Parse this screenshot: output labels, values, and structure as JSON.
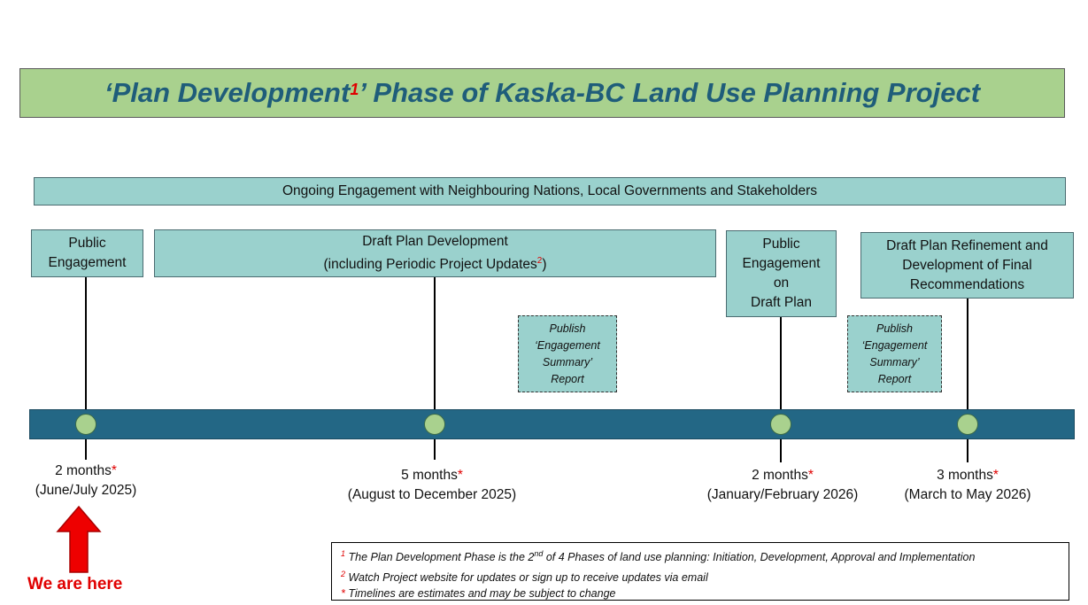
{
  "title": {
    "before": "‘Plan Development",
    "sup": "1",
    "after": "’ Phase of Kaska-BC Land Use Planning Project"
  },
  "ongoing": "Ongoing Engagement with Neighbouring Nations, Local Governments and Stakeholders",
  "phases": {
    "public_engagement": [
      "Public",
      "Engagement"
    ],
    "draft_plan_dev": {
      "line1": "Draft Plan Development",
      "line2_before": "(including Periodic Project Updates",
      "line2_sup": "2",
      "line2_after": ")"
    },
    "public_engagement_draft": [
      "Public",
      "Engagement",
      "on",
      "Draft Plan"
    ],
    "refinement": [
      "Draft Plan Refinement and",
      "Development of Final",
      "Recommendations"
    ]
  },
  "publish_boxes": [
    [
      "Publish",
      "‘Engagement",
      "Summary’",
      "Report"
    ],
    [
      "Publish",
      "‘Engagement",
      "Summary’",
      "Report"
    ]
  ],
  "durations": [
    {
      "months": "2 months",
      "star": "*",
      "range": "(June/July 2025)"
    },
    {
      "months": "5 months",
      "star": "*",
      "range": "(August to December 2025)"
    },
    {
      "months": "2 months",
      "star": "*",
      "range": "(January/February 2026)"
    },
    {
      "months": "3 months",
      "star": "*",
      "range": "(March to May 2026)"
    }
  ],
  "here_label": "We are here",
  "footnotes": {
    "n1_mark": "1",
    "n1_text_a": " The Plan Development Phase is the 2",
    "n1_sup": "nd",
    "n1_text_b": " of 4 Phases of land use planning: Initiation, Development, Approval and Implementation",
    "n2_mark": "2",
    "n2_text": " Watch Project website for updates or sign up to receive updates via email",
    "n3_mark": "*",
    "n3_text": " Timelines are estimates and may be subject to change"
  },
  "colors": {
    "title_bg": "#a9d18e",
    "title_text": "#1f5d7a",
    "box_bg": "#9ad1cd",
    "timeline": "#236785",
    "accent_red": "#e00000"
  }
}
